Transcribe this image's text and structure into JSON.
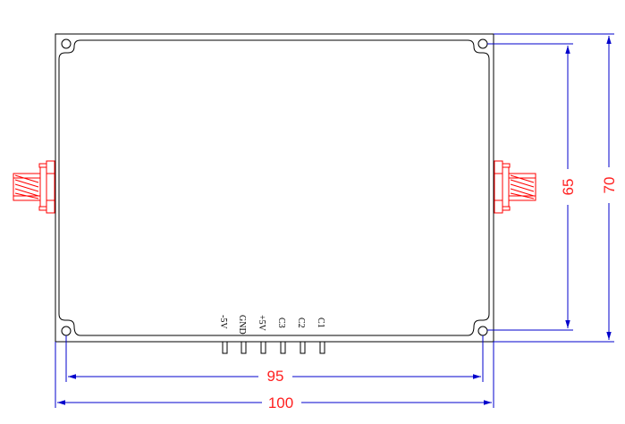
{
  "colors": {
    "outline": "#000000",
    "dimension_line": "#0000cc",
    "dimension_text": "#ff2020",
    "connector": "#ff0000",
    "background": "#ffffff"
  },
  "dimensions": {
    "overall_width": "100",
    "hole_spacing_width": "95",
    "overall_height": "70",
    "hole_spacing_height": "65"
  },
  "pins": [
    "-5V",
    "GND",
    "+5V",
    "C3",
    "C2",
    "C1"
  ],
  "connectors": {
    "left": "sma-connector-icon",
    "right": "sma-connector-icon"
  }
}
